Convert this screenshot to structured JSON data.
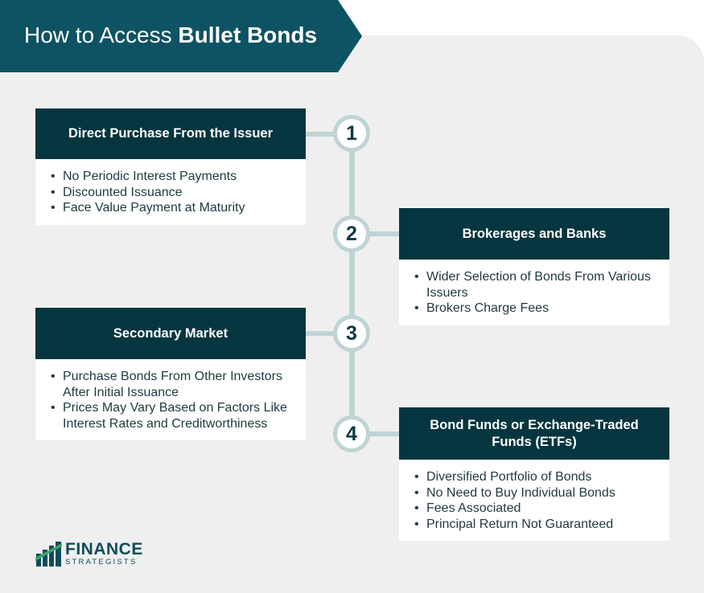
{
  "title": {
    "regular": "How to Access ",
    "bold": "Bullet Bonds"
  },
  "steps": [
    {
      "number": "1",
      "heading": "Direct Purchase From the Issuer",
      "bullets": [
        "No Periodic Interest Payments",
        "Discounted Issuance",
        "Face Value Payment at Maturity"
      ]
    },
    {
      "number": "2",
      "heading": "Brokerages and Banks",
      "bullets": [
        "Wider Selection of Bonds From Various Issuers",
        "Brokers Charge Fees"
      ]
    },
    {
      "number": "3",
      "heading": "Secondary Market",
      "bullets": [
        "Purchase Bonds From Other Investors After Initial Issuance",
        "Prices May Vary Based on Factors Like Interest Rates and Creditworthiness"
      ]
    },
    {
      "number": "4",
      "heading": "Bond Funds or Exchange-Traded Funds (ETFs)",
      "bullets": [
        "Diversified Portfolio of Bonds",
        "No Need to Buy Individual Bonds",
        "Fees Associated",
        "Principal Return Not Guaranteed"
      ]
    }
  ],
  "logo": {
    "main": "FINANCE",
    "sub": "STRATEGISTS"
  },
  "colors": {
    "header_teal": "#0d5363",
    "card_head": "#053640",
    "connector": "#bfd4d4",
    "background": "#efefef"
  }
}
